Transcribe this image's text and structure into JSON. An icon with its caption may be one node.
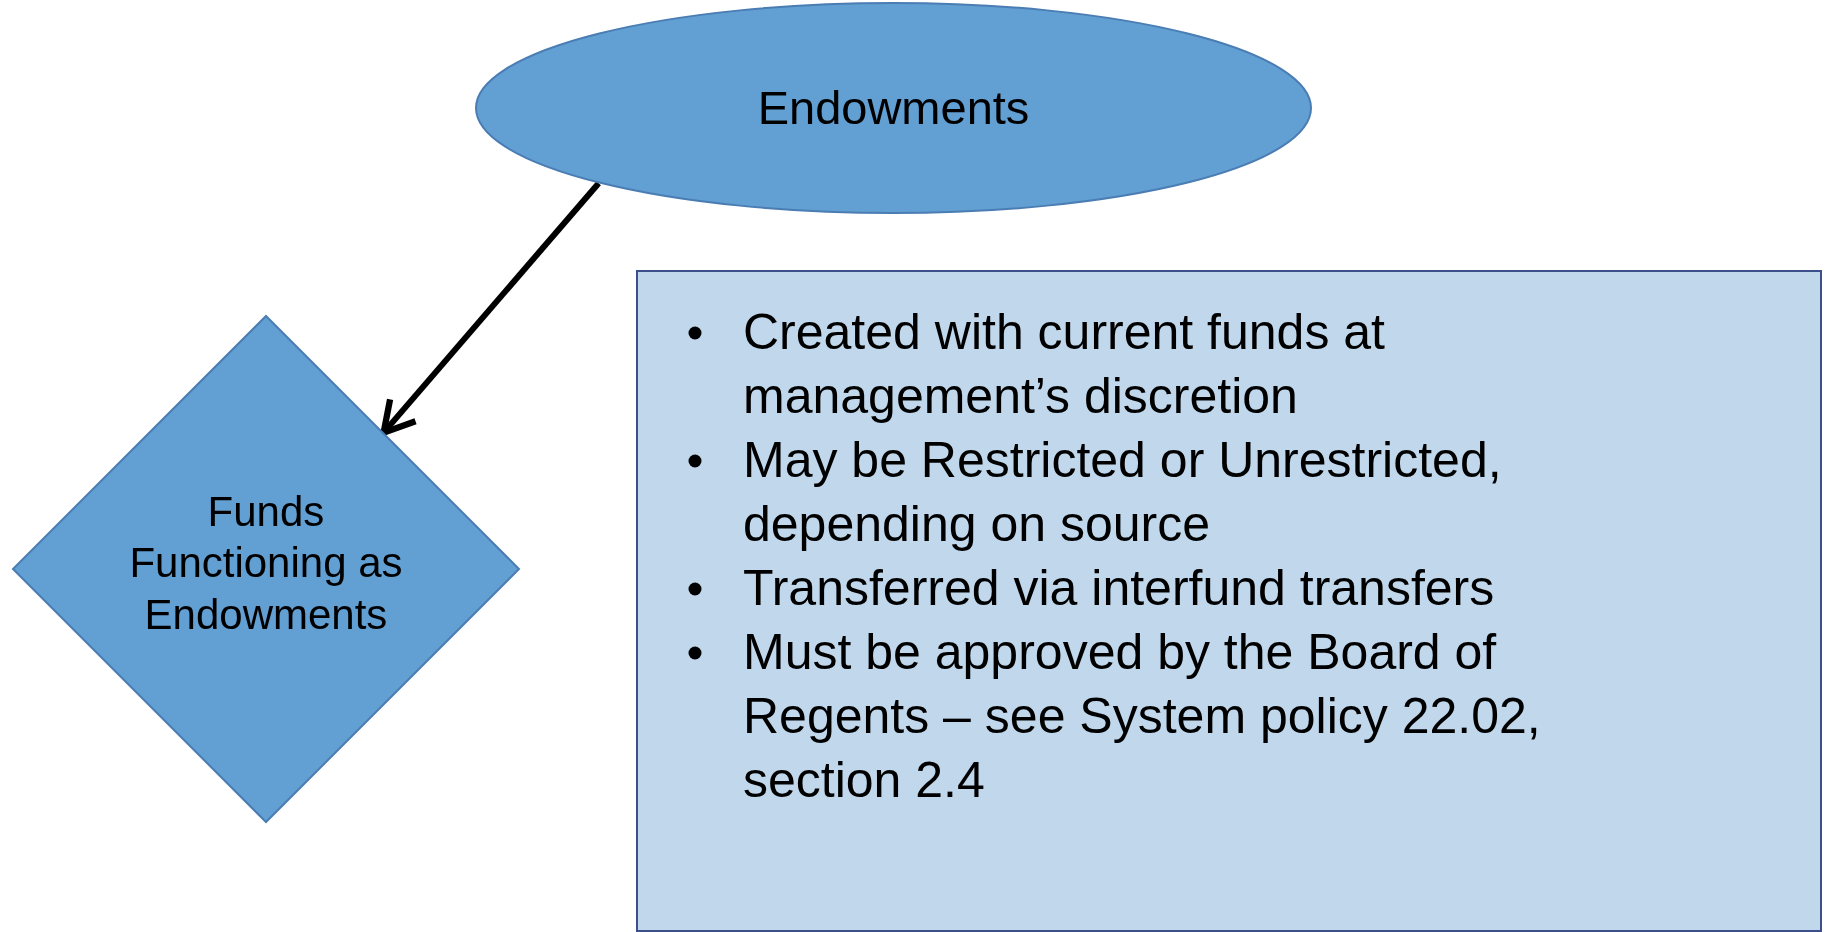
{
  "diagram": {
    "nodes": [
      {
        "text": [
          "Endowments"
        ]
      },
      {
        "text": [
          "Funds Functioning as Endowments"
        ]
      },
      {
        "text": [
          "Created with current funds at management’s discretion",
          "May be Restricted or Unrestricted, depending on source",
          "Transferred via interfund transfers",
          "Must be approved by the Board of Regents – see System policy 22.02, section 2.4"
        ]
      }
    ],
    "edges": [
      {
        "from": 0,
        "to": 1,
        "arrow": "to"
      }
    ]
  }
}
